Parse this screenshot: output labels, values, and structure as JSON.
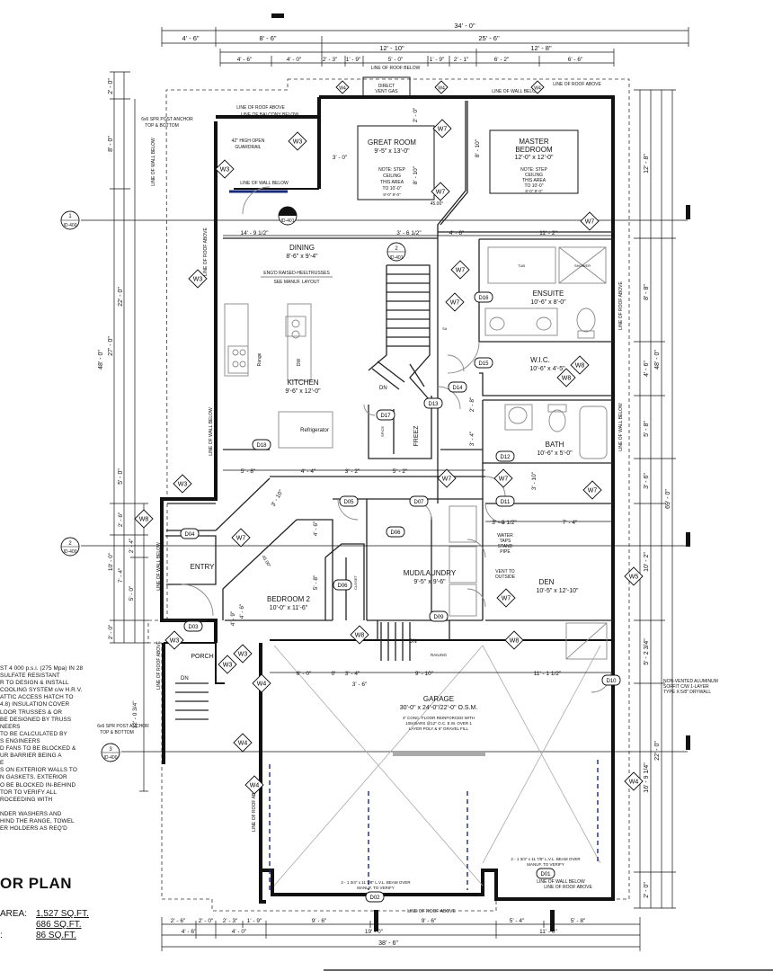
{
  "plan": {
    "title": "OR PLAN",
    "areas": [
      {
        "label": "AREA:",
        "value": "1,527 SQ.FT."
      },
      {
        "label": "",
        "value": "686 SQ.FT."
      },
      {
        "label": ":",
        "value": "86 SQ.FT."
      }
    ],
    "notes": [
      "ST 4 000 p.s.i. (275 Mpa) IN 28",
      "SULFATE RESISTANT",
      "R TO DESIGN & INSTALL",
      "COOLING SYSTEM c/w H.R.V.",
      "ATTIC ACCESS HATCH TO",
      "4.8) INSULATION COVER",
      "LOOR TRUSSES & OR",
      "BE DESIGNED BY TRUSS",
      "NEERS",
      "TO BE CALCULATED BY",
      "S ENGINEERS",
      "D FANS TO BE BLOCKED &",
      "UR BARRIER BEING A",
      "E",
      "S ON EXTERIOR WALLS TO",
      "N GASKETS. EXTERIOR",
      "O BE BLOCKED IN-BEHIND",
      "TOR TO VERIFY ALL",
      "ROCEEDING WITH",
      "",
      "NDER WASHERS AND",
      "HIND THE RANGE, TOWEL",
      "ER HOLDERS AS REQ'D"
    ]
  },
  "rooms": {
    "great_room": {
      "name": "GREAT ROOM",
      "size": "9'-5\" x 13'-0\"",
      "note1": "NOTE: STEP",
      "note2": "CEILING",
      "note3": "THIS AREA",
      "note4": "TO 10'-0\"",
      "note5": "8'-0\" 8'-0\""
    },
    "master": {
      "name1": "MASTER",
      "name2": "BEDROOM",
      "size": "12'-0\" x 12'-0\"",
      "note1": "NOTE: STEP",
      "note2": "CEILING",
      "note3": "THIS AREA",
      "note4": "TO 10'-0\"",
      "note5": "8'-0\" 8'-0\""
    },
    "dining": {
      "name": "DINING",
      "size": "8'-6\" x 9'-4\"",
      "truss1": "ENG'D RAISED-HEELTRUSSES",
      "truss2": "SEE MANUF. LAYOUT"
    },
    "kitchen": {
      "name": "KITCHEN",
      "size": "9'-6\" x 12'-0\"",
      "range": "Range",
      "dw": "DW",
      "fridge": "Refrigerator"
    },
    "ensuite": {
      "name": "ENSUITE",
      "size": "10'-6\" x 8'-0\"",
      "tub": "TUB",
      "shower": "SHOWER"
    },
    "wic": {
      "name": "W.I.C.",
      "size": "10'-6\" x 4'-5\""
    },
    "bath": {
      "name": "BATH",
      "size": "10'-6\" x 5'-0\""
    },
    "entry": {
      "name": "ENTRY"
    },
    "bedroom2": {
      "name": "BEDROOM 2",
      "size": "10'-0\" x 11'-6\""
    },
    "mud": {
      "name": "MUD/LAUNDRY",
      "size": "9'-5\" x 9'-6\"",
      "closet": "CLOSET"
    },
    "den": {
      "name": "DEN",
      "size": "10'-5\" x 12'-10\"",
      "water": "WATER",
      "taps": "TAPS",
      "stand": "STAND",
      "pipe": "PIPE",
      "vent": "VENT TO",
      "outside": "OUTSIDE"
    },
    "porch": {
      "name": "PORCH"
    },
    "garage": {
      "name": "GARAGE",
      "size": "30'-0\" x 24'-0\"/22'-0\" O.S.M.",
      "n1": "4\" CONC. FLOOR REINFORCED WITH",
      "n2": "10M BARS @12\" O.C. E.W. OVER 1",
      "n3": "LAYER POLY & 6\" GRAVEL FILL",
      "beam1": "2 - 1 3/4\" x 11 7/8\" L.V.L. BEAM OVER",
      "beam1b": "MANUF. TO VERIFY",
      "beam2": "2 - 1 3/4\" x 11 7/8\" L.V.L. BEAM OVER",
      "beam2b": "MANUF. TO VERIFY"
    },
    "stair": {
      "dn": "DN",
      "dn2": "DN",
      "dn3": "DN",
      "freezer": "FREEZ",
      "spice": "SPICE"
    }
  },
  "notes_plan": {
    "line_roof_above": "LINE OF ROOF ABOVE",
    "line_balcony": "LINE OF BALCONY BELOW",
    "line_wall_below": "LINE OF WALL BELOW",
    "line_wall_below2": "LINE OF WALL BELOW",
    "line_roof_below": "LINE OF ROOF BELOW",
    "guardrail1": "42\" HIGH OPEN",
    "guardrail2": "GUARDRAIL",
    "post_anchor": "6x6 SPR POST ANCHOR",
    "post_anchor2": "TOP & BOTTOM",
    "post_anchor3": "6x6 SPR POST ANCHOR",
    "post_anchor4": "TOP & BOTTOM",
    "direct_vent": "DIRECT",
    "direct_vent2": "VENT GAS",
    "soffit1": "NON-VENTED ALUMINUM",
    "soffit2": "SOFFIT C/W 1-LAYER",
    "soffit3": "TYPE X 5/8\" DRYWALL",
    "railing": "RAILING",
    "sa": "SA",
    "line_roof_above_l": "LINE OF ROOF ABOVE",
    "line_wall_below_l": "LINE OF WALL BELOW",
    "line_wall_below_l2": "LINE OF WALL BELOW",
    "line_roof_above_bot": "LINE OF ROOF ABOVE",
    "line_roof_above_r": "LINE OF ROOF ABOVE",
    "line_wall_below_r": "LINE OF WALL BELOW",
    "line_wall_below_r2": "LINE OF WALL BELOW",
    "line_roof_above_r2": "LINE OF ROOF ABOVE",
    "line_roof_above_l2": "LINE OF ROOF ABOVE",
    "line_wall_below_l3": "LINE OF WALL BELOW"
  },
  "dims": {
    "top": [
      "34' - 0\"",
      "4' - 6\"",
      "8' - 6\"",
      "25' - 6\"",
      "12' - 10\"",
      "12' - 8\"",
      "4' - 6\"",
      "4' - 0\"",
      "2' - 3\"",
      "1' - 9\"",
      "5' - 0\"",
      "1' - 9\"",
      "2' - 1\"",
      "6' - 2\"",
      "6' - 6\""
    ],
    "bottom": [
      "2' - 6\"",
      "2' - 0\"",
      "2' - 3\"",
      "1' - 9\"",
      "9' - 6\"",
      "9' - 6\"",
      "5' - 4\"",
      "5' - 8\"",
      "4' - 6\"",
      "4' - 0\"",
      "19' - 0\"",
      "11' - 0\"",
      "38' - 6\""
    ],
    "left": [
      "2' - 0\"",
      "8' - 0\"",
      "48' - 0\"",
      "27' - 0\"",
      "22' - 0\"",
      "5' - 0\"",
      "2' - 6\"",
      "10' - 0\"",
      "2' - 4\"",
      "7' - 4\"",
      "5' - 0\"",
      "2' - 0\"",
      "12' - 0 3/4\""
    ],
    "right": [
      "12' - 8\"",
      "8' - 8\"",
      "4' - 6\"",
      "48' - 0\"",
      "5' - 8\"",
      "69' - 0\"",
      "3' - 6\"",
      "10' - 2\"",
      "5' - 2 3/4\"",
      "22' - 0\"",
      "16' - 9 1/4\"",
      "2' - 0\""
    ],
    "inner": [
      "3' - 0\"",
      "14' - 9 1/2\"",
      "3' - 6 1/2\"",
      "4' - 6\"",
      "11' - 2\"",
      "2' - 0\"",
      "8' - 10\"",
      "8' - 10\"",
      "45.00°",
      "5' - 8\"",
      "4' - 4\"",
      "3' - 2\"",
      "5' - 2\"",
      "3' - 10\"",
      "3' - 10\"",
      "3' - 9 1/2\"",
      "7' - 4\"",
      "2' - 8\"",
      "3' - 4\"",
      "4' - 6\"",
      "5' - 8\"",
      "4' - 9\"",
      "45.00°",
      "6' - 0\"",
      "0'",
      "3' - 4\"",
      "3' - 6\"",
      "9' - 10\"",
      "11' - 1 1/2\"",
      "4' - 6\""
    ]
  },
  "tags": {
    "windows": [
      "W4",
      "W5",
      "W5",
      "W3",
      "W3",
      "W7",
      "W7",
      "W7",
      "W7",
      "W7",
      "W3",
      "W3",
      "W8",
      "W7",
      "W7",
      "W5",
      "W7",
      "W8",
      "W8",
      "W8",
      "W3",
      "W3",
      "W3",
      "W4",
      "W4",
      "W4",
      "W4",
      "W7",
      "W8",
      "W8"
    ],
    "doors": [
      "D16",
      "D15",
      "D14",
      "D13",
      "D17",
      "D18",
      "D12",
      "D11",
      "D05",
      "D07",
      "D04",
      "D06",
      "D06",
      "D03",
      "D09",
      "D10",
      "D01",
      "D02"
    ],
    "sections": [
      "1",
      "ID-400",
      "1",
      "ID-401",
      "2",
      "ID-401",
      "2",
      "ID-400",
      "3",
      "ID-400"
    ]
  }
}
